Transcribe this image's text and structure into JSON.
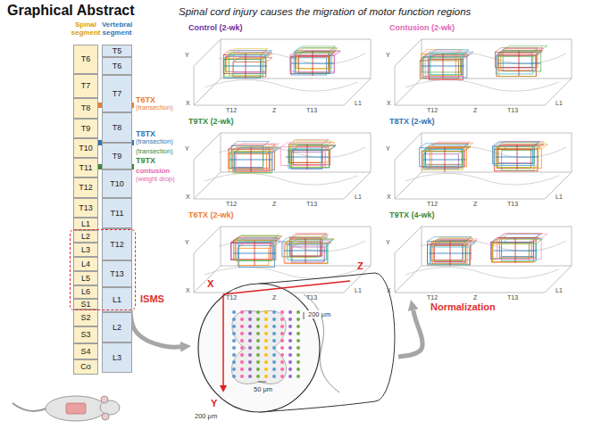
{
  "diagram": {
    "title": "Graphical Abstract",
    "nodes": [
      {
        "text": [
          "Spinal segment"
        ]
      },
      {
        "text": [
          "T6"
        ],
        "in": 0
      },
      {
        "text": [
          "T7"
        ],
        "in": 0
      },
      {
        "text": [
          "T8"
        ],
        "in": 0
      },
      {
        "text": [
          "T9"
        ],
        "in": 0
      },
      {
        "text": [
          "T10"
        ],
        "in": 0
      },
      {
        "text": [
          "T11"
        ],
        "in": 0
      },
      {
        "text": [
          "T12"
        ],
        "in": 0
      },
      {
        "text": [
          "T13"
        ],
        "in": 0
      },
      {
        "text": [
          "L1"
        ],
        "in": 0
      },
      {
        "text": [
          "L2"
        ],
        "in": 0
      },
      {
        "text": [
          "L3"
        ],
        "in": 0
      },
      {
        "text": [
          "L4"
        ],
        "in": 0
      },
      {
        "text": [
          "L5"
        ],
        "in": 0
      },
      {
        "text": [
          "L6"
        ],
        "in": 0
      },
      {
        "text": [
          "S1"
        ],
        "in": 0
      },
      {
        "text": [
          "S2"
        ],
        "in": 0
      },
      {
        "text": [
          "S3"
        ],
        "in": 0
      },
      {
        "text": [
          "S4"
        ],
        "in": 0
      },
      {
        "text": [
          "Co"
        ],
        "in": 0
      },
      {
        "text": [
          "Vertebral segment"
        ]
      },
      {
        "text": [
          "T5"
        ],
        "in": 20
      },
      {
        "text": [
          "T6"
        ],
        "in": 20
      },
      {
        "text": [
          "T7"
        ],
        "in": 20
      },
      {
        "text": [
          "T8"
        ],
        "in": 20
      },
      {
        "text": [
          "T9"
        ],
        "in": 20
      },
      {
        "text": [
          "T10"
        ],
        "in": 20
      },
      {
        "text": [
          "T11"
        ],
        "in": 20
      },
      {
        "text": [
          "T12"
        ],
        "in": 20
      },
      {
        "text": [
          "T13"
        ],
        "in": 20
      },
      {
        "text": [
          "L1"
        ],
        "in": 20
      },
      {
        "text": [
          "L2"
        ],
        "in": 20
      },
      {
        "text": [
          "L3"
        ],
        "in": 20
      },
      {
        "text": [
          "ISMS"
        ]
      },
      {
        "text": [
          "X",
          "Z",
          "Y",
          "200 μm",
          "50 μm",
          "200 μm"
        ]
      },
      {
        "text": [
          "Control (2-wk)"
        ]
      },
      {
        "text": [
          "Contusion (2-wk)"
        ]
      },
      {
        "text": [
          "T9TX (2-wk)"
        ]
      },
      {
        "text": [
          "T8TX (2-wk)"
        ]
      },
      {
        "text": [
          "T6TX (2-wk)"
        ]
      },
      {
        "text": [
          "T9TX (4-wk)"
        ]
      }
    ],
    "edges": [
      {
        "from": 33,
        "to": 34,
        "arrow": "to"
      },
      {
        "from": 34,
        "to": 40,
        "label": "Normalization",
        "arrow": "to"
      }
    ],
    "labels": [
      "Spinal cord injury causes the migration of motor function regions",
      "T6TX",
      "(transection)",
      "T8TX",
      "(transection)",
      "(transection)",
      "T9TX",
      "contusion",
      "(weight drop)",
      "Y",
      "X",
      "Z",
      "T12",
      "T13",
      "L1",
      "Y",
      "X",
      "Z",
      "T12",
      "T13",
      "L1",
      "Y",
      "X",
      "Z",
      "T12",
      "T13",
      "L1",
      "Y",
      "X",
      "Z",
      "T12",
      "T13",
      "L1",
      "Y",
      "X",
      "Z",
      "T12",
      "T13",
      "L1",
      "Y",
      "X",
      "Z",
      "T12",
      "T13",
      "L1"
    ]
  }
}
